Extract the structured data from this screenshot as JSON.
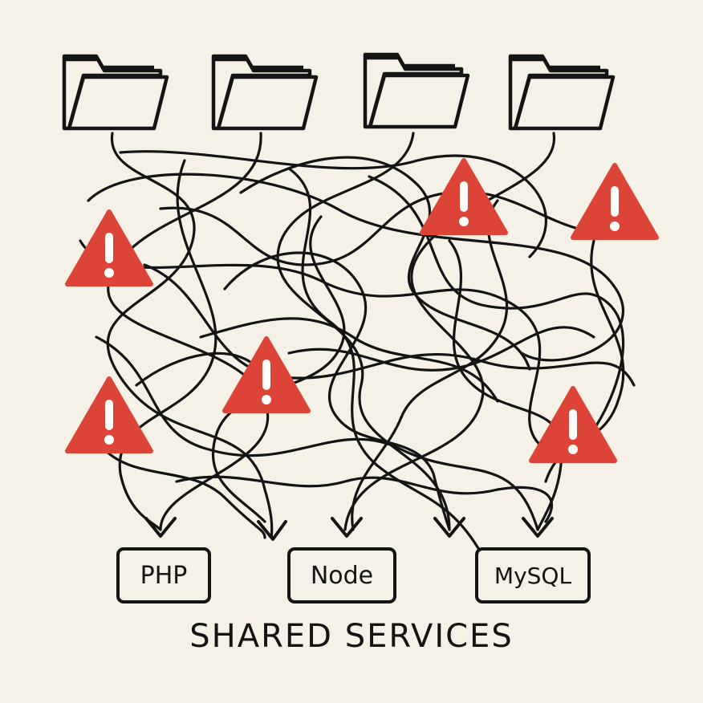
{
  "services": [
    {
      "id": "php",
      "label": "PHP"
    },
    {
      "id": "node",
      "label": "Node"
    },
    {
      "id": "mysql",
      "label": "MySQL"
    }
  ],
  "caption": "SHARED SERVICES",
  "colors": {
    "background": "#f6f1e6",
    "ink": "#141414",
    "warning": "#dc4437"
  },
  "icons": [
    "folder-icon",
    "warning-icon",
    "arrow-down-icon"
  ]
}
